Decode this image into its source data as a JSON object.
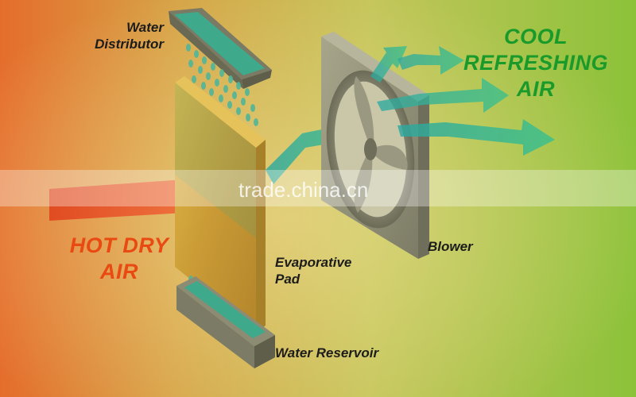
{
  "labels": {
    "water_distributor": [
      "Water",
      "Distributor"
    ],
    "cool_air": [
      "COOL",
      "REFRESHING",
      "AIR"
    ],
    "hot_air": [
      "HOT DRY",
      "AIR"
    ],
    "evaporative_pad": [
      "Evaporative",
      "Pad"
    ],
    "blower": "Blower",
    "water_reservoir": "Water Reservoir"
  },
  "watermark": "trade.china.cn",
  "colors": {
    "hot_air_text": "#e84a12",
    "cool_air_text": "#1a9a2a",
    "hot_arrow": "#ef5a2a",
    "cool_arrow": "#2fb889",
    "pad": "#d2a43c",
    "frame": "#8c8c76",
    "water": "#3fae8a"
  }
}
